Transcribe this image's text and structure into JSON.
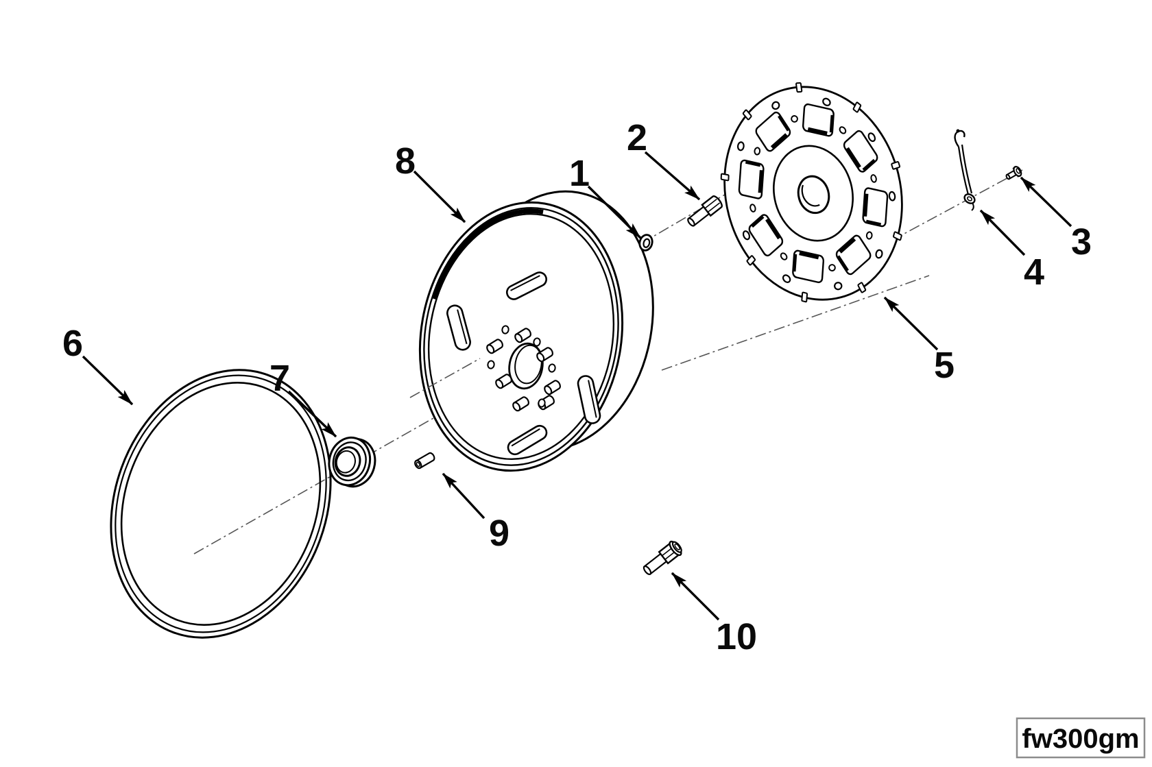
{
  "diagram": {
    "code": "fw300gm",
    "callouts": [
      "1",
      "2",
      "3",
      "4",
      "5",
      "6",
      "7",
      "8",
      "9",
      "10"
    ]
  },
  "colors": {
    "line": "#000000",
    "centerline": "#555555",
    "background": "#ffffff",
    "code_box_border": "#8c8c8c"
  }
}
